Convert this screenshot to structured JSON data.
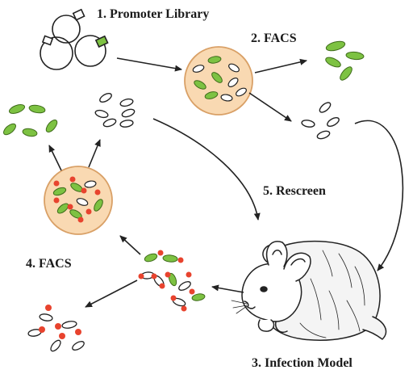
{
  "labels": {
    "step1": "1. Promoter Library",
    "step2": "2. FACS",
    "step3": "3. Infection Model",
    "step4": "4.  FACS",
    "step5": "5. Rescreen"
  },
  "colors": {
    "gfp_green": "#7dc242",
    "bacteria_red": "#e8432e",
    "sorter_fill": "#f9d9b2",
    "sorter_stroke": "#d9a066",
    "outline": "#222222"
  },
  "icons": {
    "plasmids": "plasmid-library-icon",
    "sorter": "facs-well-icon",
    "host": "chinchilla-illustration"
  }
}
